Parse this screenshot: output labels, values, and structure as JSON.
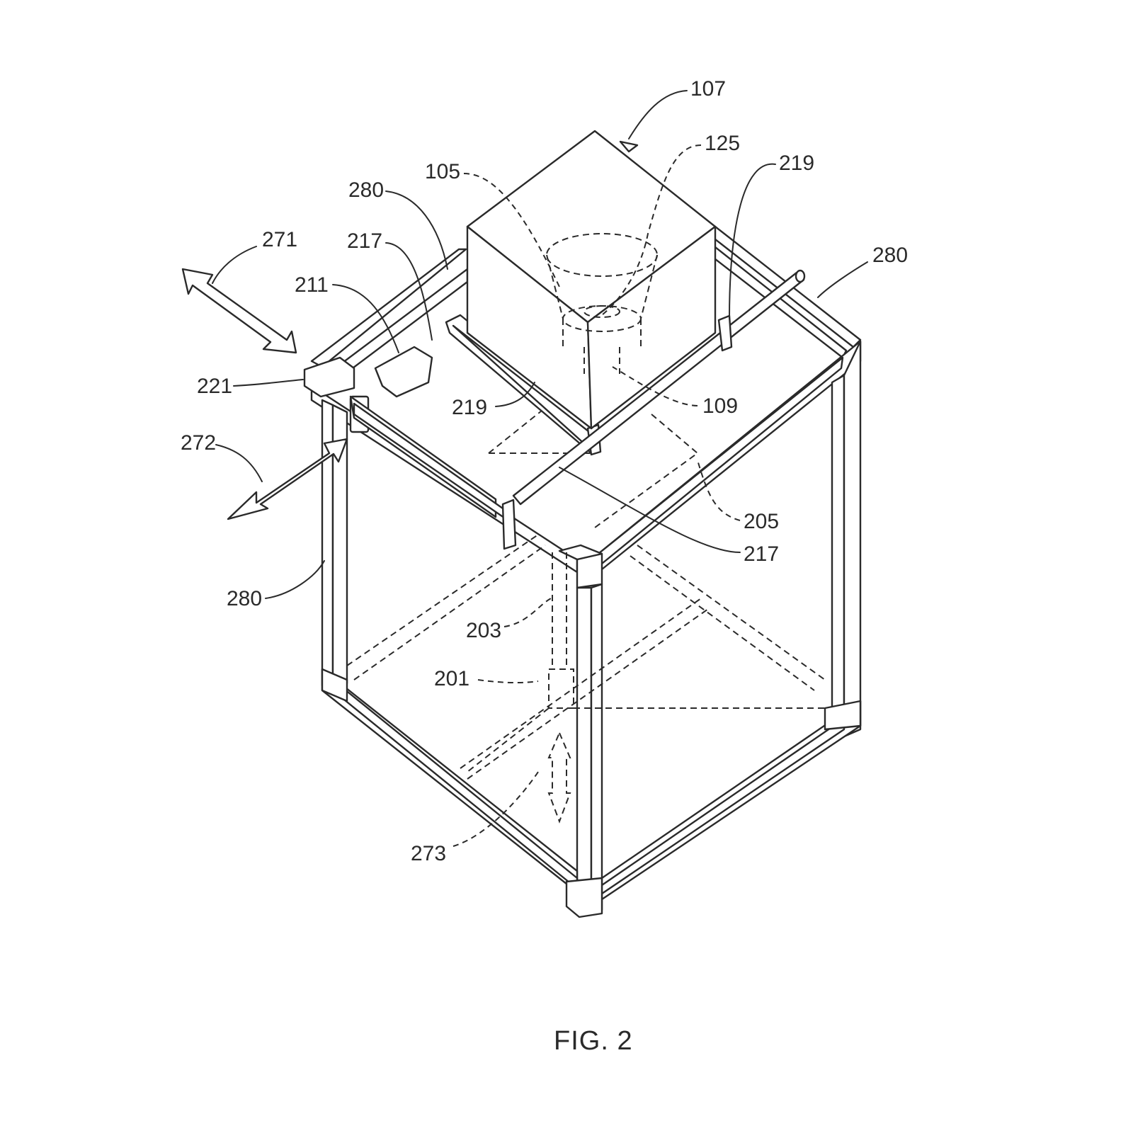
{
  "figure": {
    "caption": "FIG. 2",
    "labels": {
      "l107": "107",
      "l125": "125",
      "l105": "105",
      "l219_top": "219",
      "l280_top_left": "280",
      "l280_top_right": "280",
      "l271": "271",
      "l217_top": "217",
      "l211": "211",
      "l221": "221",
      "l219_mid": "219",
      "l109": "109",
      "l272": "272",
      "l205": "205",
      "l217_mid": "217",
      "l280_left": "280",
      "l203": "203",
      "l201": "201",
      "l273": "273"
    }
  }
}
